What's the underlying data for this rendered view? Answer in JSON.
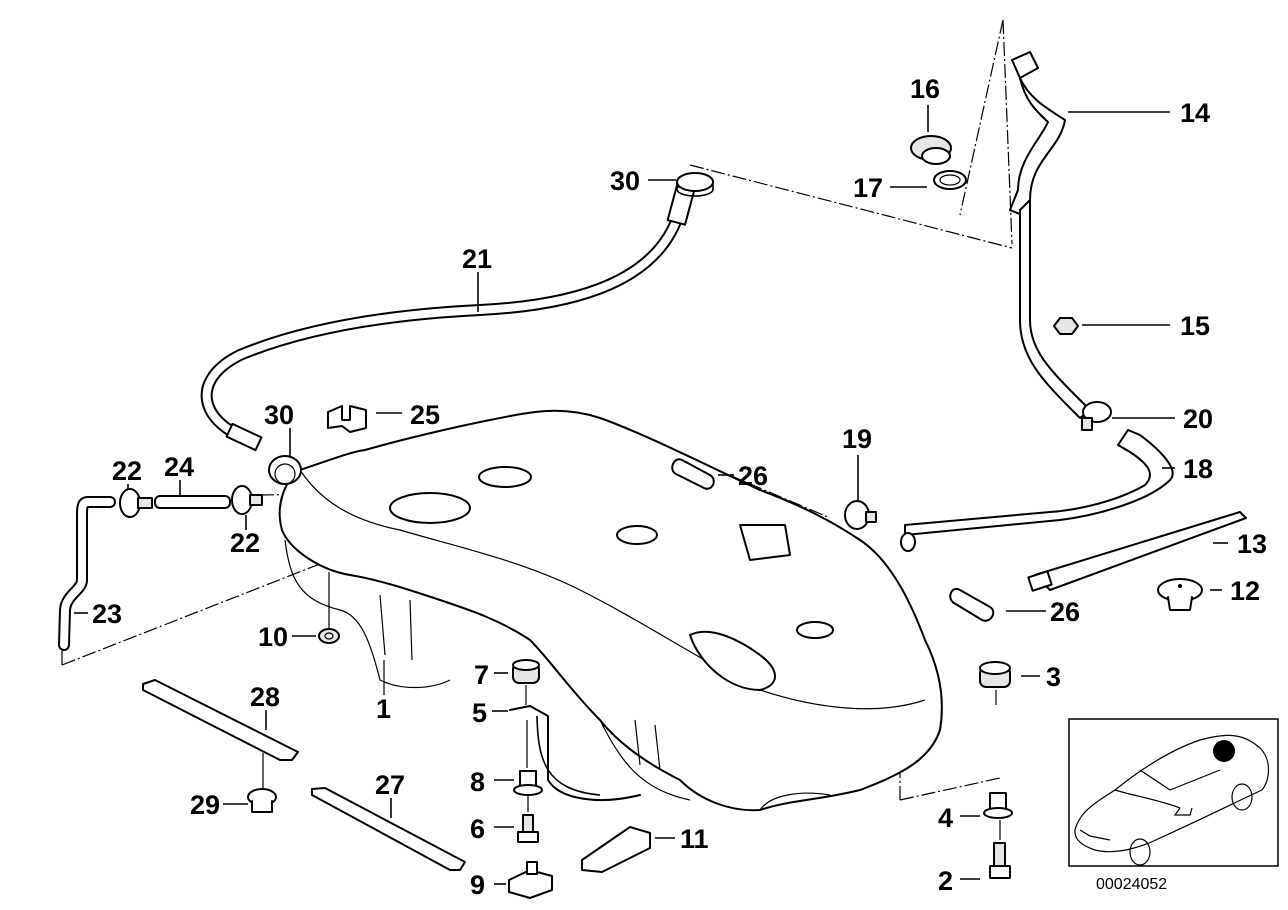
{
  "diagram": {
    "title": "Fuel tank exploded parts diagram",
    "drawing_number": "00024052",
    "accent_color": "#000000",
    "parts": [
      {
        "no": "1",
        "name": "fuel-tank"
      },
      {
        "no": "2",
        "name": "hex-bolt"
      },
      {
        "no": "3",
        "name": "rubber-mount"
      },
      {
        "no": "4",
        "name": "spacer-bushing"
      },
      {
        "no": "5",
        "name": "tank-bracket"
      },
      {
        "no": "6",
        "name": "hex-bolt"
      },
      {
        "no": "7",
        "name": "rubber-mount"
      },
      {
        "no": "8",
        "name": "spacer-bushing"
      },
      {
        "no": "9",
        "name": "clip-nut"
      },
      {
        "no": "10",
        "name": "grommet"
      },
      {
        "no": "11",
        "name": "foam-pad"
      },
      {
        "no": "12",
        "name": "expanding-rivet"
      },
      {
        "no": "13",
        "name": "cable-tie"
      },
      {
        "no": "14",
        "name": "filler-pipe"
      },
      {
        "no": "15",
        "name": "hex-nut"
      },
      {
        "no": "16",
        "name": "filler-neck-cap-seal"
      },
      {
        "no": "17",
        "name": "sealing-ring"
      },
      {
        "no": "18",
        "name": "filler-hose"
      },
      {
        "no": "19",
        "name": "hose-clamp"
      },
      {
        "no": "20",
        "name": "hose-clamp"
      },
      {
        "no": "21",
        "name": "vent-line"
      },
      {
        "no": "22",
        "name": "hose-clamp"
      },
      {
        "no": "23",
        "name": "vent-hose"
      },
      {
        "no": "24",
        "name": "hose"
      },
      {
        "no": "25",
        "name": "clip"
      },
      {
        "no": "26",
        "name": "sleeve"
      },
      {
        "no": "27",
        "name": "heat-shield-strap"
      },
      {
        "no": "28",
        "name": "heat-shield-strap"
      },
      {
        "no": "29",
        "name": "plastic-nut"
      },
      {
        "no": "30",
        "name": "hose-clamp"
      }
    ],
    "labels": {
      "l1": "1",
      "l2": "2",
      "l3": "3",
      "l4": "4",
      "l5": "5",
      "l6": "6",
      "l7": "7",
      "l8": "8",
      "l9": "9",
      "l10": "10",
      "l11": "11",
      "l12": "12",
      "l13": "13",
      "l14": "14",
      "l15": "15",
      "l16": "16",
      "l17": "17",
      "l18": "18",
      "l19": "19",
      "l20": "20",
      "l21": "21",
      "l22a": "22",
      "l22b": "22",
      "l23": "23",
      "l24": "24",
      "l25": "25",
      "l26a": "26",
      "l26b": "26",
      "l27": "27",
      "l28": "28",
      "l29": "29",
      "l30a": "30",
      "l30b": "30"
    },
    "inset": {
      "description": "vehicle-location-thumbnail",
      "marker": "fuel-tank-location-dot"
    }
  }
}
